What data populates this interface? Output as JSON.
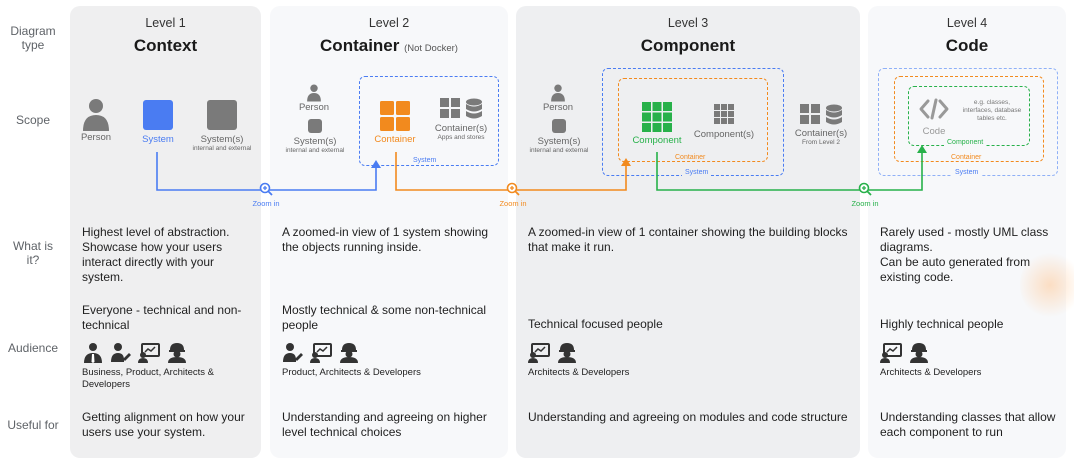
{
  "row_labels": {
    "diagram_type": "Diagram\ntype",
    "scope": "Scope",
    "what_is_it": "What is\nit?",
    "audience": "Audience",
    "useful_for": "Useful for"
  },
  "levels": [
    {
      "level": "Level 1",
      "title": "Context",
      "subtitle": "",
      "what": "Highest level of abstraction. Showcase how your users interact directly with your system.",
      "audience": "Everyone - technical and non-technical",
      "audience_roles": "Business, Product, Architects & Developers",
      "useful_for": "Getting alignment on how your users use your system."
    },
    {
      "level": "Level 2",
      "title": "Container",
      "subtitle": "(Not Docker)",
      "what": "A zoomed-in view of 1 system showing the objects running inside.",
      "audience": "Mostly technical & some non-technical people",
      "audience_roles": "Product, Architects & Developers",
      "useful_for": "Understanding and agreeing on higher level technical choices"
    },
    {
      "level": "Level 3",
      "title": "Component",
      "subtitle": "",
      "what": "A zoomed-in view of 1 container showing the building blocks that make it run.",
      "audience": "Technical focused people",
      "audience_roles": "Architects & Developers",
      "useful_for": "Understanding and agreeing on modules and code structure"
    },
    {
      "level": "Level 4",
      "title": "Code",
      "subtitle": "",
      "what": "Rarely used - mostly UML class diagrams.\nCan be auto generated from existing code.",
      "audience": "Highly technical people",
      "audience_roles": "Architects & Developers",
      "useful_for": "Understanding classes that allow each component to run"
    }
  ],
  "scope": {
    "l1": {
      "person": "Person",
      "system": "System",
      "systems": "System(s)",
      "systems_cap": "internal and external"
    },
    "l2": {
      "person": "Person",
      "systems": "System(s)",
      "systems_cap": "internal and external",
      "container": "Container",
      "containers": "Container(s)",
      "containers_cap": "Apps and stores",
      "box_label": "System"
    },
    "l3": {
      "person": "Person",
      "systems": "System(s)",
      "systems_cap": "internal and external",
      "component": "Component",
      "components": "Component(s)",
      "container_box": "Container",
      "system_box": "System",
      "containers": "Container(s)",
      "containers_cap": "From Level 2"
    },
    "l4": {
      "code": "Code",
      "code_cap": "e.g. classes, interfaces, database tables etc.",
      "component_box": "Component",
      "container_box": "Container",
      "system_box": "System"
    }
  },
  "zoom_label": "Zoom in",
  "colors": {
    "blue": "#4a7cf2",
    "orange": "#f28a1e",
    "green": "#27b14a",
    "grey": "#7a7a7a",
    "dark": "#3c3c3c"
  }
}
